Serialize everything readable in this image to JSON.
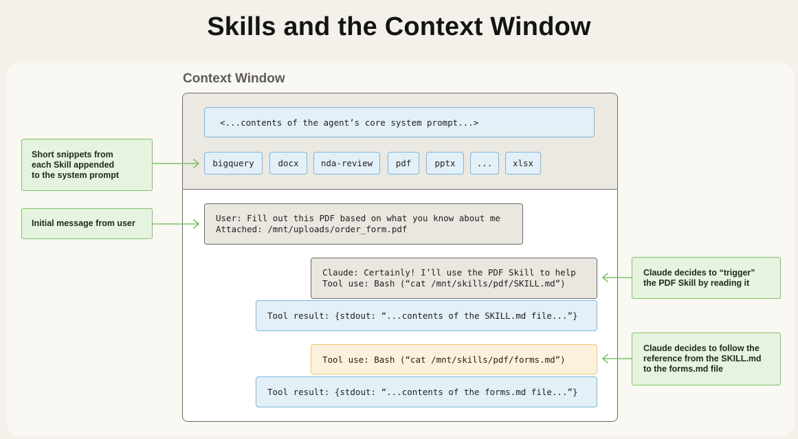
{
  "title": "Skills and the Context Window",
  "context_window": {
    "label": "Context Window",
    "system_prompt": "<...contents of the agent’s core system prompt...>",
    "skills": [
      "bigquery",
      "docx",
      "nda-review",
      "pdf",
      "pptx",
      "...",
      "xlsx"
    ],
    "user_message": {
      "line1": "User: Fill out this PDF based on what you know about me",
      "line2": "Attached: /mnt/uploads/order_form.pdf"
    },
    "claude_message": {
      "line1": "Claude: Certainly! I’ll use the PDF Skill to help",
      "line2": "Tool use: Bash (“cat /mnt/skills/pdf/SKILL.md”)"
    },
    "tool_result_1": "Tool result: {stdout: “...contents of the SKILL.md file...”}",
    "tool_use_2": "Tool use: Bash (“cat /mnt/skills/pdf/forms.md”)",
    "tool_result_2": "Tool result: {stdout: “...contents of the forms.md file...”}"
  },
  "annotations": {
    "skill_snippets": [
      "Short snippets from",
      "each Skill appended",
      "to the system prompt"
    ],
    "initial_message": [
      "Initial message from user"
    ],
    "trigger": [
      "Claude decides to “trigger”",
      "the PDF Skill by reading it"
    ],
    "follow_reference": [
      "Claude decides to follow the",
      "reference from the SKILL.md",
      "to the forms.md file"
    ]
  },
  "colors": {
    "blue_box": "#e3f0f8",
    "blue_border": "#7ab6dd",
    "orange_box": "#fcf1dc",
    "orange_border": "#f2c470",
    "green_note": "#e6f3df",
    "green_border": "#7cc264"
  }
}
